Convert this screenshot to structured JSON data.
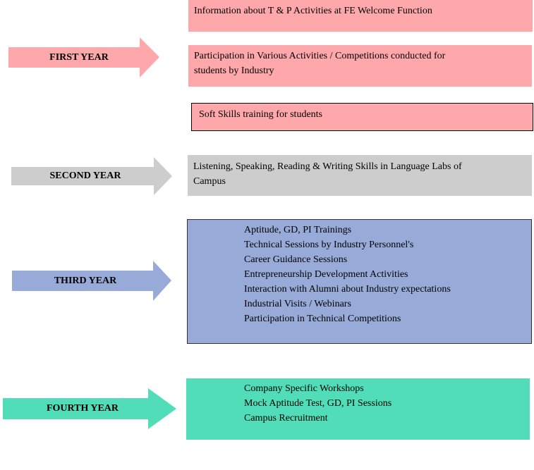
{
  "colors": {
    "first_year": "#ffa8ab",
    "second_year": "#cdcdcd",
    "third_year": "#98abd8",
    "fourth_year": "#50ddb7"
  },
  "years": {
    "first": "FIRST YEAR",
    "second": "SECOND YEAR",
    "third": "THIRD YEAR",
    "fourth": "FOURTH YEAR"
  },
  "first_year": {
    "box1": "Information about T & P Activities at FE Welcome Function",
    "box2_line1": "Participation in Various Activities / Competitions conducted for",
    "box2_line2": "students by Industry",
    "box3": "Soft Skills training for students"
  },
  "second_year": {
    "line1": "Listening, Speaking, Reading & Writing Skills in Language Labs of",
    "line2": "Campus"
  },
  "third_year": {
    "items": [
      "Aptitude, GD, PI Trainings",
      "Technical Sessions by Industry Personnel's",
      "Career Guidance Sessions",
      "Entrepreneurship Development Activities",
      "Interaction with Alumni about Industry expectations",
      "Industrial Visits / Webinars",
      "Participation in Technical Competitions"
    ]
  },
  "fourth_year": {
    "items": [
      "Company Specific Workshops",
      "Mock Aptitude Test, GD, PI Sessions",
      "Campus Recruitment"
    ]
  }
}
